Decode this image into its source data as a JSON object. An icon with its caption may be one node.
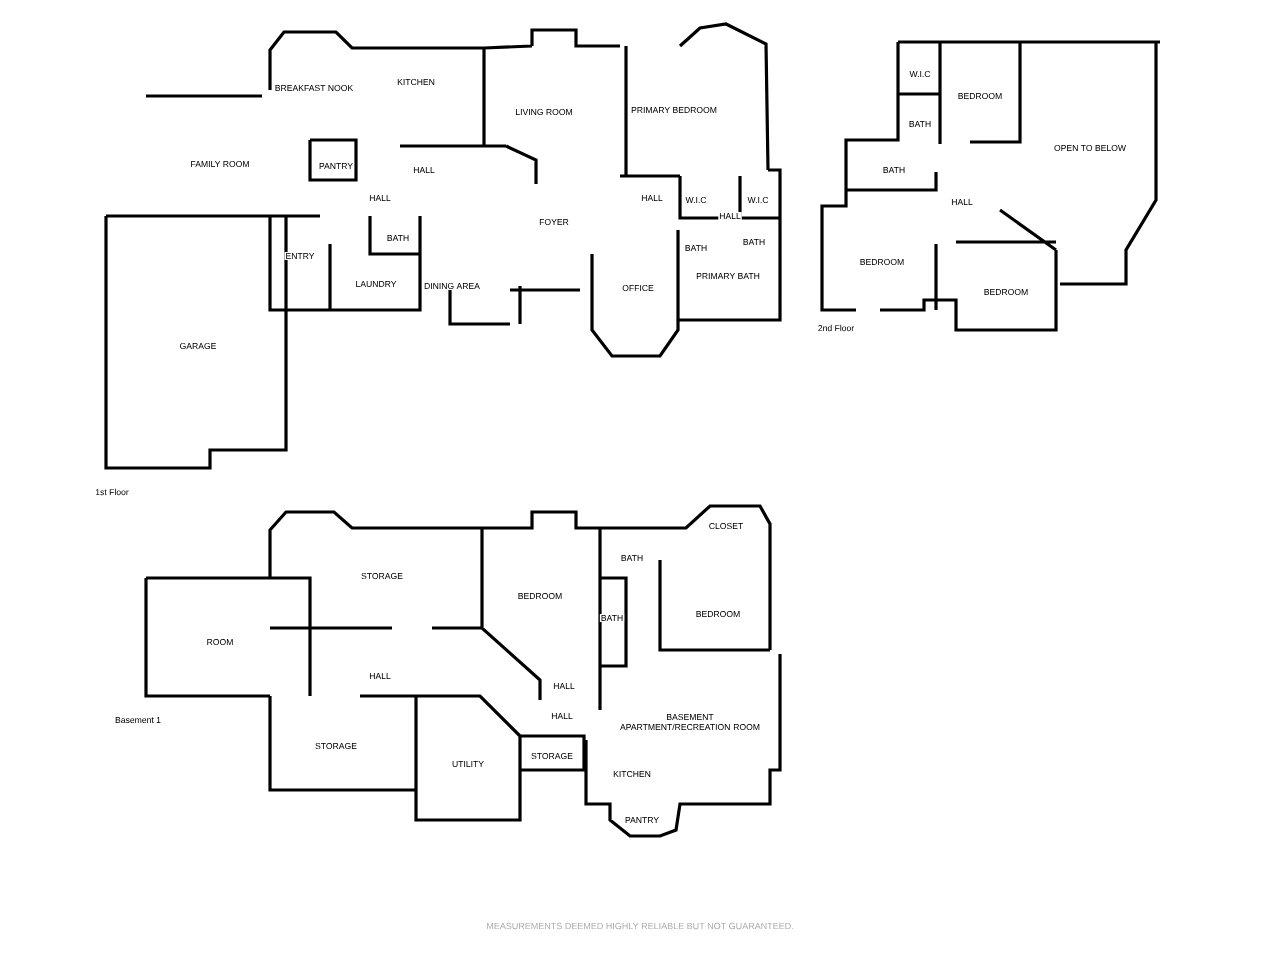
{
  "diagram": {
    "labels": [
      "BREAKFAST NOOK",
      "KITCHEN",
      "FAMILY ROOM",
      "PANTRY",
      "HALL",
      "HALL",
      "LIVING ROOM",
      "PRIMARY BEDROOM",
      "FOYER",
      "HALL",
      "W.I.C",
      "W.I.C",
      "HALL",
      "BATH",
      "BATH",
      "PRIMARY BATH",
      "OFFICE",
      "ENTRY",
      "BATH",
      "LAUNDRY",
      "DINING AREA",
      "GARAGE",
      "1st Floor",
      "W.I.C",
      "BEDROOM",
      "BATH",
      "BATH",
      "OPEN TO BELOW",
      "HALL",
      "BEDROOM",
      "BEDROOM",
      "2nd Floor",
      "STORAGE",
      "BEDROOM",
      "ROOM",
      "HALL",
      "HALL",
      "HALL",
      "STORAGE",
      "UTILITY",
      "STORAGE",
      "Basement 1",
      "CLOSET",
      "BATH",
      "BEDROOM",
      "BATH",
      "BASEMENT APARTMENT/RECREATION ROOM",
      "KITCHEN",
      "PANTRY",
      "MEASUREMENTS DEEMED HIGHLY RELIABLE BUT NOT GUARANTEED."
    ]
  }
}
